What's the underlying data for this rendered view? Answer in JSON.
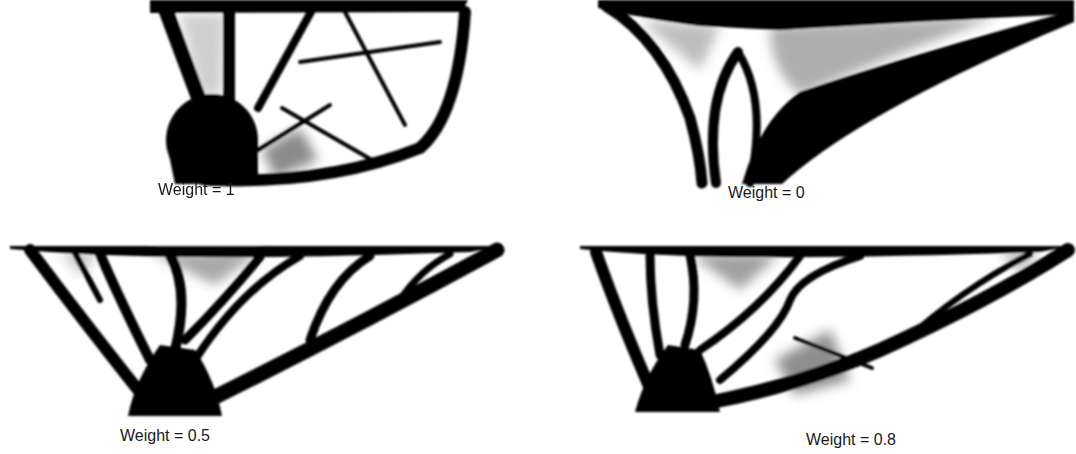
{
  "diagram": {
    "labels": [
      "Weight = 1",
      "Weight = 0",
      "Weight = 0.5",
      "Weight = 0.8"
    ]
  }
}
